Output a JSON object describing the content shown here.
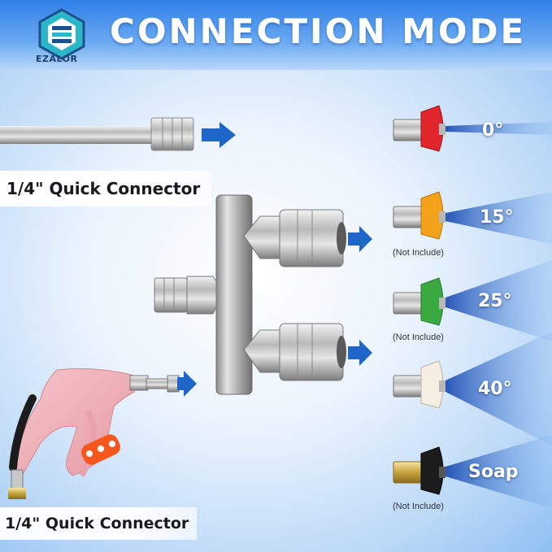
{
  "header": {
    "title": "CONNECTION MODE",
    "brand": "EZALOR"
  },
  "labels": {
    "wand_connector": "1/4\" Quick Connector",
    "gun_connector": "1/4\" Quick Connector"
  },
  "nozzles": [
    {
      "angle": "0°",
      "color": "#e0262b",
      "note": ""
    },
    {
      "angle": "15°",
      "color": "#f5a21b",
      "note": "(Not Include)"
    },
    {
      "angle": "25°",
      "color": "#3aa940",
      "note": "(Not Include)"
    },
    {
      "angle": "40°",
      "color": "#f4efe2",
      "note": ""
    },
    {
      "angle": "Soap",
      "color": "#1c1c1c",
      "note": "(Not Include)"
    }
  ],
  "colors": {
    "arrow": "#1f66c9",
    "gun": "#f2b2b8",
    "accent": "#f5571c"
  }
}
